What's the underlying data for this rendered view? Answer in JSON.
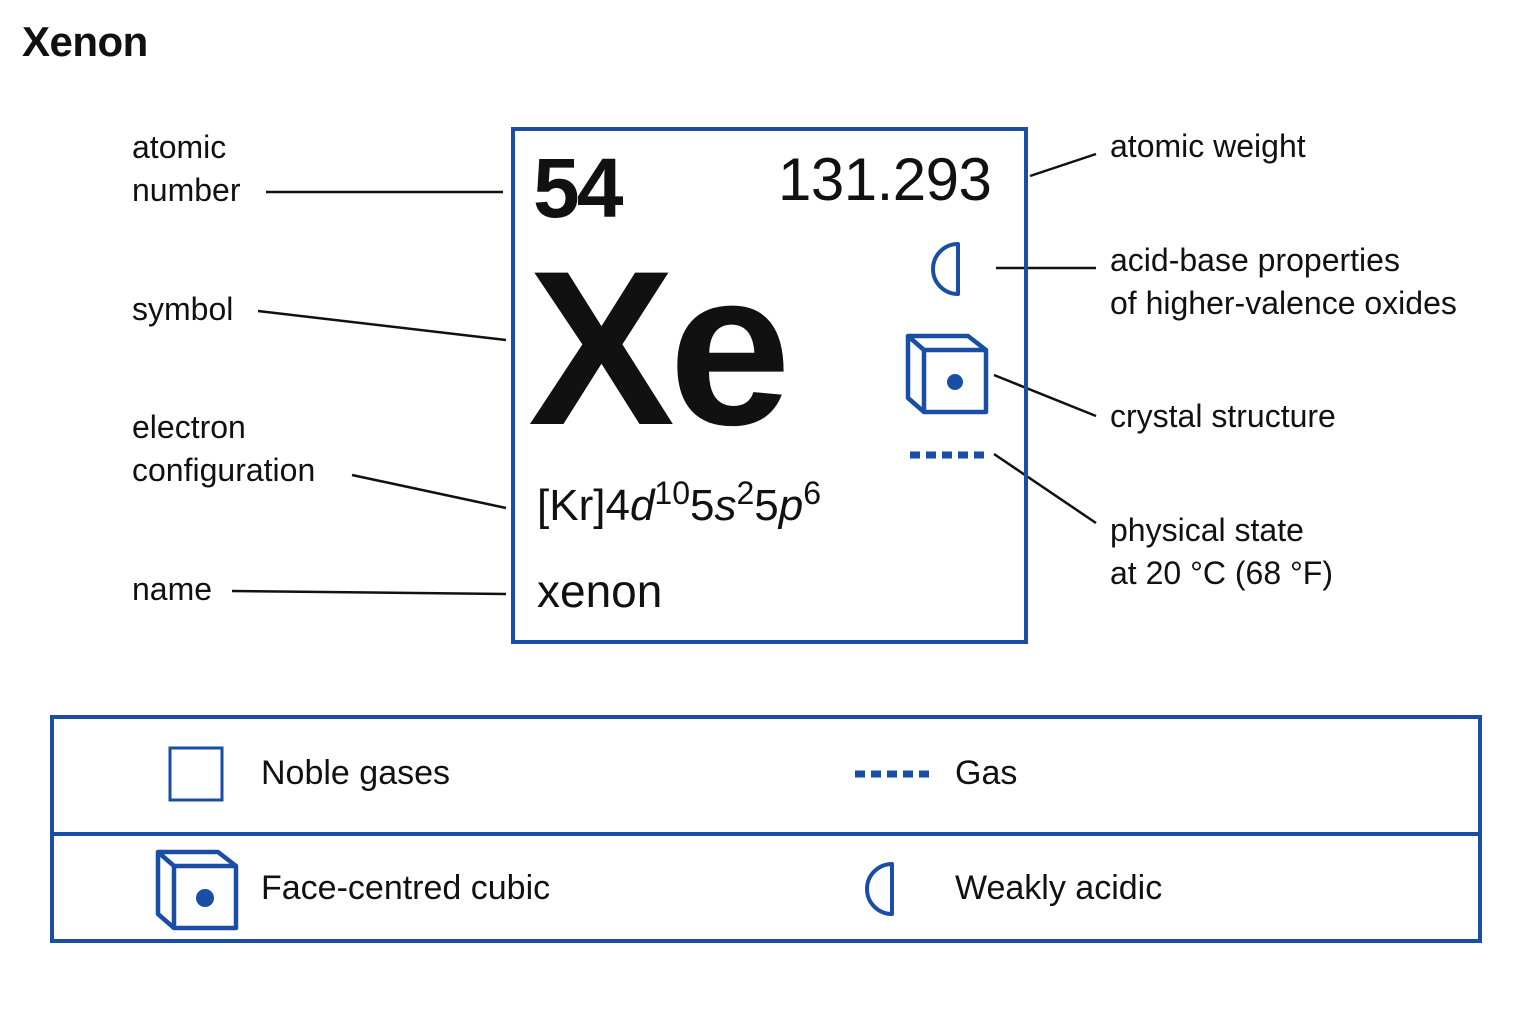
{
  "title": "Xenon",
  "colors": {
    "accent": "#1a4ea6",
    "text": "#111111",
    "background": "#ffffff"
  },
  "element": {
    "atomic_number": "54",
    "atomic_weight": "131.293",
    "symbol": "Xe",
    "electron_configuration": {
      "core": "[Kr]",
      "parts": [
        {
          "n": "4",
          "orbital": "d",
          "count": "10"
        },
        {
          "n": "5",
          "orbital": "s",
          "count": "2"
        },
        {
          "n": "5",
          "orbital": "p",
          "count": "6"
        }
      ]
    },
    "name": "xenon",
    "icons": {
      "acid_base": "half-circle-icon",
      "crystal_structure": "cube-with-face-dot-icon",
      "physical_state": "dashed-line-icon"
    }
  },
  "labels": {
    "left": {
      "atomic_number": [
        "atomic",
        "number"
      ],
      "symbol": [
        "symbol"
      ],
      "electron_configuration": [
        "electron",
        "configuration"
      ],
      "name": [
        "name"
      ]
    },
    "right": {
      "atomic_weight": [
        "atomic weight"
      ],
      "acid_base": [
        "acid-base properties",
        "of higher-valence oxides"
      ],
      "crystal_structure": [
        "crystal structure"
      ],
      "physical_state": [
        "physical state",
        "at 20 °C (68 °F)"
      ]
    }
  },
  "legend": {
    "items": [
      {
        "icon": "empty-square-icon",
        "label": "Noble gases"
      },
      {
        "icon": "dashed-line-icon",
        "label": "Gas"
      },
      {
        "icon": "cube-with-face-dot-icon",
        "label": "Face-centred cubic"
      },
      {
        "icon": "half-circle-icon",
        "label": "Weakly acidic"
      }
    ]
  }
}
